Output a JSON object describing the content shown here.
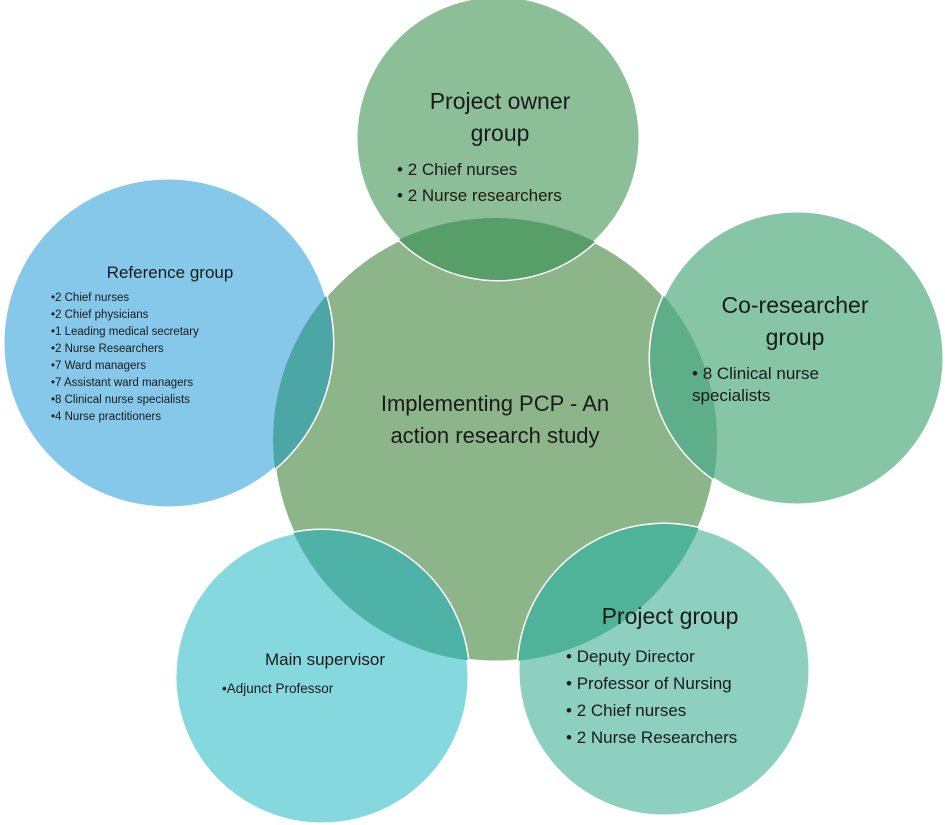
{
  "center": {
    "title": "Implementing PCP - An action research study"
  },
  "groups": {
    "project_owner": {
      "title": "Project owner group",
      "members": [
        "2 Chief nurses",
        "2 Nurse researchers"
      ]
    },
    "co_researcher": {
      "title": "Co-researcher group",
      "members": [
        "8 Clinical nurse specialists"
      ]
    },
    "project": {
      "title": "Project group",
      "members": [
        "Deputy Director",
        "Professor of Nursing",
        "2 Chief nurses",
        "2 Nurse Researchers"
      ]
    },
    "main_supervisor": {
      "title": "Main supervisor",
      "members": [
        "Adjunct Professor"
      ]
    },
    "reference": {
      "title": "Reference group",
      "members": [
        "2 Chief nurses",
        "2 Chief physicians",
        "1 Leading medical secretary",
        "2 Nurse Researchers",
        "7 Ward managers",
        "7 Assistant ward managers",
        "8 Clinical nurse specialists",
        "4 Nurse practitioners"
      ]
    }
  },
  "colors": {
    "center": "#8db58a",
    "project_owner": "#8cbf97",
    "co_researcher": "#86c5a5",
    "project": "#8dd0c0",
    "main_supervisor": "#86d8df",
    "reference": "#86c8ea",
    "overlap_owner": "#579e69",
    "overlap_co": "#5eae8a",
    "overlap_project": "#4fb39a",
    "overlap_supervisor": "#4fb2a6",
    "overlap_reference": "#4da6a6",
    "outline": "#ffffff"
  }
}
